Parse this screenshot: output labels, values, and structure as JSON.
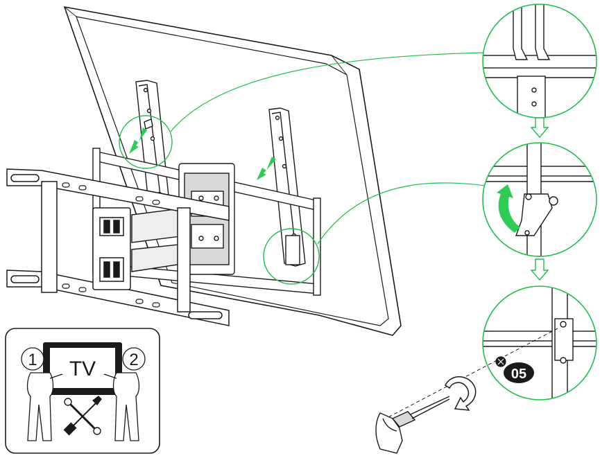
{
  "labels": {
    "tv": "TV",
    "person_left": "1",
    "person_right": "2",
    "screw_part": "05"
  },
  "colors": {
    "line": "#1a1a1a",
    "accent_green": "#1fbf4a",
    "arrow_green": "#2ecc55",
    "fill_gray": "#d9d9d9",
    "dark_gray": "#555555"
  },
  "icons": {
    "step_arrow": "hollow-down-arrow",
    "rotate": "curved-rotate-arrow",
    "tools": "crossed-screwdriver-and-wrench"
  }
}
